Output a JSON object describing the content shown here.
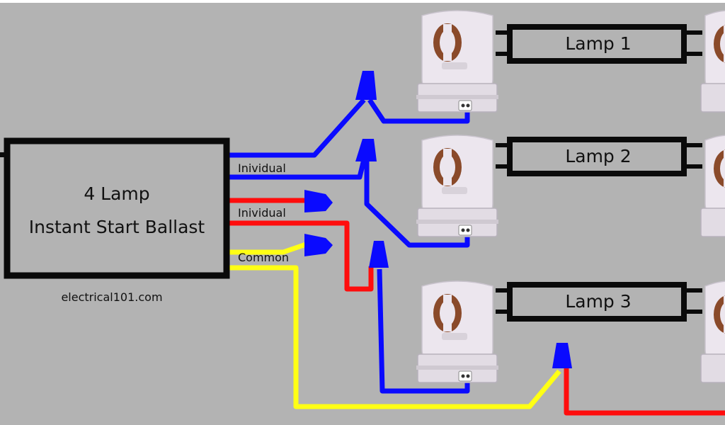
{
  "colors": {
    "background": "#b3b3b3",
    "outline": "#0a0a0a",
    "blue_wire": "#0a0aff",
    "red_wire": "#ff0d0d",
    "yellow_wire": "#ffff14",
    "socket": "#ece6ee",
    "socket_shadow": "#b8b2bc",
    "socket_slot": "#8a4a2a",
    "lamp_body": "#c6c6c6"
  },
  "ballast": {
    "line1": "4 Lamp",
    "line2": "Instant Start Ballast",
    "source": "electrical101.com"
  },
  "wire_labels": {
    "blue_pair": "Inividual",
    "red_pair": "Inividual",
    "yellow_pair": "Common"
  },
  "lamps": [
    {
      "label": "Lamp 1"
    },
    {
      "label": "Lamp 2"
    },
    {
      "label": "Lamp 3"
    }
  ]
}
